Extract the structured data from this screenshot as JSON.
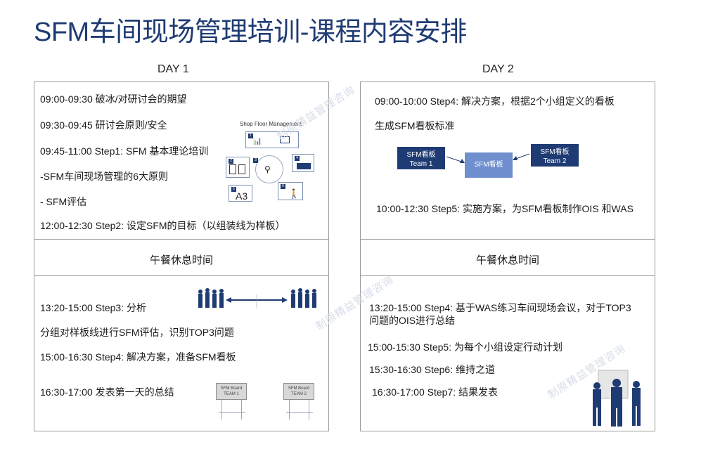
{
  "title": "SFM车间现场管理培训-课程内容安排",
  "watermark": "制原精益管理咨询",
  "day1": {
    "label": "DAY 1",
    "morning": [
      "09:00-09:30 破冰/对研讨会的期望",
      "09:30-09:45 研讨会原则/安全",
      "09:45-11:00 Step1: SFM 基本理论培训",
      "-SFM车间现场管理的6大原则",
      "- SFM评估",
      "12:00-12:30 Step2: 设定SFM的目标（以组装线为样板）"
    ],
    "lunch": "午餐休息时间",
    "afternoon": [
      "13:20-15:00 Step3: 分析",
      "分组对样板线进行SFM评估，识别TOP3问题",
      "15:00-16:30 Step4: 解决方案，准备SFM看板",
      "16:30-17:00 发表第一天的总结"
    ],
    "diagram": {
      "title": "Shop Floor Management",
      "tile_a3": "A3"
    },
    "boards": [
      "SFM Board",
      "TEAM 1",
      "SFM Board",
      "TEAM 2"
    ]
  },
  "day2": {
    "label": "DAY 2",
    "morning": [
      "09:00-10:00 Step4: 解决方案，根据2个小组定义的看板",
      "生成SFM看板标准",
      "10:00-12:30 Step5: 实施方案，为SFM看板制作OIS 和WAS"
    ],
    "flow": {
      "team1_l1": "SFM看板",
      "team1_l2": "Team 1",
      "center": "SFM看板",
      "team2_l1": "SFM看板",
      "team2_l2": "Team 2",
      "team1_color": "#1f3b73",
      "center_color": "#6f8fce",
      "team2_color": "#1f3b73"
    },
    "lunch": "午餐休息时间",
    "afternoon": [
      "13:20-15:00 Step4: 基于WAS练习车间现场会议，对于TOP3",
      "问题的OIS进行总结",
      "15:00-15:30 Step5: 为每个小组设定行动计划",
      "15:30-16:30 Step6: 维持之道",
      "16:30-17:00 Step7: 结果发表"
    ]
  }
}
